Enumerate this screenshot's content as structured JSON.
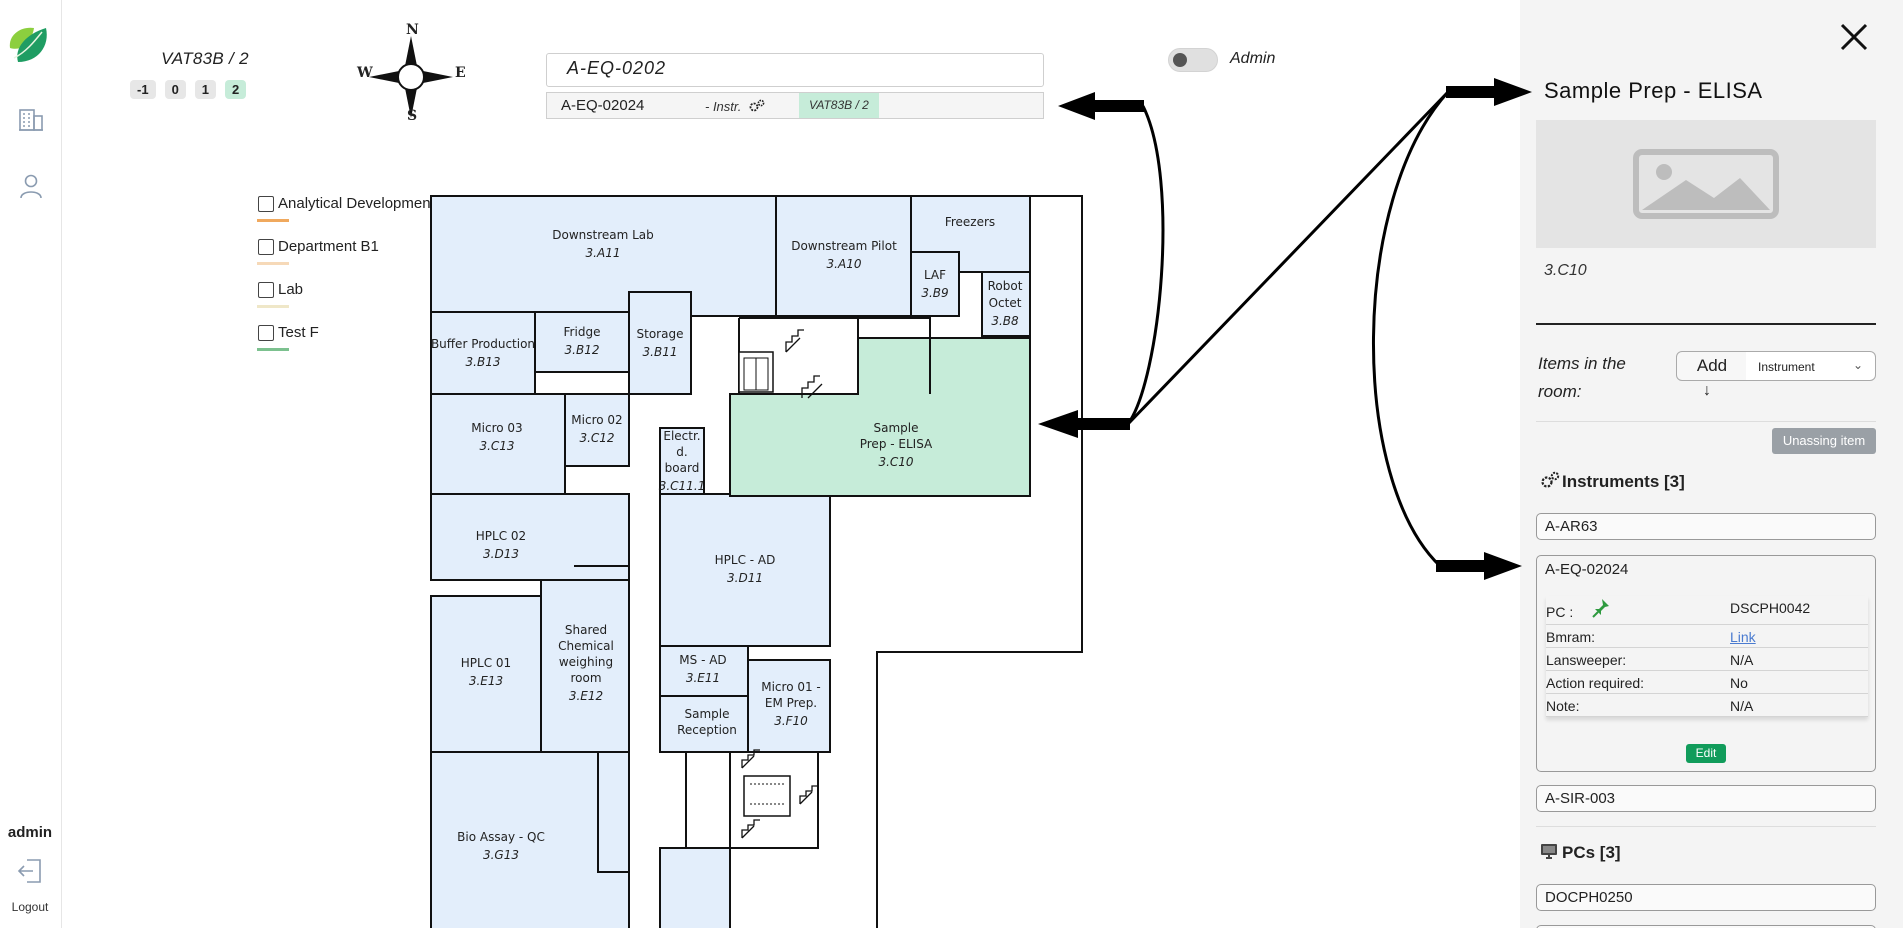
{
  "sidebar": {
    "username": "admin",
    "logout_label": "Logout",
    "icons": [
      "leaf-logo",
      "building-icon",
      "user-icon",
      "logout-icon"
    ]
  },
  "floor_selector": {
    "building": "VAT83B / 2",
    "floors": [
      {
        "label": "-1",
        "active": false
      },
      {
        "label": "0",
        "active": false
      },
      {
        "label": "1",
        "active": false
      },
      {
        "label": "2",
        "active": true
      }
    ]
  },
  "compass": {
    "n": "N",
    "s": "S",
    "e": "E",
    "w": "W"
  },
  "search": {
    "value": "A-EQ-0202",
    "result": {
      "code": "A-EQ-02024",
      "kind": "- Instr.",
      "location": "VAT83B / 2"
    }
  },
  "admin_toggle": {
    "label": "Admin",
    "on": false
  },
  "legend": [
    {
      "label": "Analytical Development",
      "color": "#f0a95e",
      "checked": false
    },
    {
      "label": "Department B1",
      "color": "#f6d9b8",
      "checked": false
    },
    {
      "label": "Lab",
      "color": "#efe7c8",
      "checked": false
    },
    {
      "label": "Test F",
      "color": "#7cc18f",
      "checked": false
    }
  ],
  "floorplan": {
    "highlight_color": "#c6ecd9",
    "room_color": "#e3eefb",
    "rooms": [
      {
        "name": "Downstream Lab",
        "code": "3.A11"
      },
      {
        "name": "Downstream Pilot",
        "code": "3.A10"
      },
      {
        "name": "Freezers",
        "code": ""
      },
      {
        "name": "LAF",
        "code": "3.B9"
      },
      {
        "name": "Robot Octet",
        "code": "3.B8"
      },
      {
        "name": "Buffer Production",
        "code": "3.B13"
      },
      {
        "name": "Fridge",
        "code": "3.B12"
      },
      {
        "name": "Storage",
        "code": "3.B11"
      },
      {
        "name": "Micro 03",
        "code": "3.C13"
      },
      {
        "name": "Micro 02",
        "code": "3.C12"
      },
      {
        "name": "Electr. d. board",
        "code": "3.C11.1"
      },
      {
        "name": "Sample Prep - ELISA",
        "code": "3.C10"
      },
      {
        "name": "HPLC 02",
        "code": "3.D13"
      },
      {
        "name": "HPLC - AD",
        "code": "3.D11"
      },
      {
        "name": "HPLC 01",
        "code": "3.E13"
      },
      {
        "name": "Shared Chemical weighing room",
        "code": "3.E12"
      },
      {
        "name": "MS - AD",
        "code": "3.E11"
      },
      {
        "name": "Micro 01 - EM Prep.",
        "code": "3.F10"
      },
      {
        "name": "Sample Reception",
        "code": ""
      },
      {
        "name": "Bio Assay - QC",
        "code": "3.G13"
      }
    ]
  },
  "panel": {
    "title": "Sample Prep - ELISA",
    "room_code": "3.C10",
    "items_label": "Items in the room:",
    "add_label": "Add",
    "type_select": "Instrument",
    "unassign_label": "Unassing item",
    "instruments_header": "Instruments [3]",
    "instruments": [
      "A-AR63",
      "A-EQ-02024",
      "A-SIR-003"
    ],
    "expanded": {
      "title": "A-EQ-02024",
      "rows": [
        {
          "key": "PC :",
          "value": "DSCPH0042",
          "is_link": false
        },
        {
          "key": "Bmram:",
          "value": "Link",
          "is_link": true
        },
        {
          "key": "Lansweeper:",
          "value": "N/A",
          "is_link": false
        },
        {
          "key": "Action required:",
          "value": "No",
          "is_link": false
        },
        {
          "key": "Note:",
          "value": "N/A",
          "is_link": false
        }
      ],
      "edit_label": "Edit"
    },
    "pcs_header": "PCs [3]",
    "pcs": [
      "DOCPH0250"
    ]
  }
}
